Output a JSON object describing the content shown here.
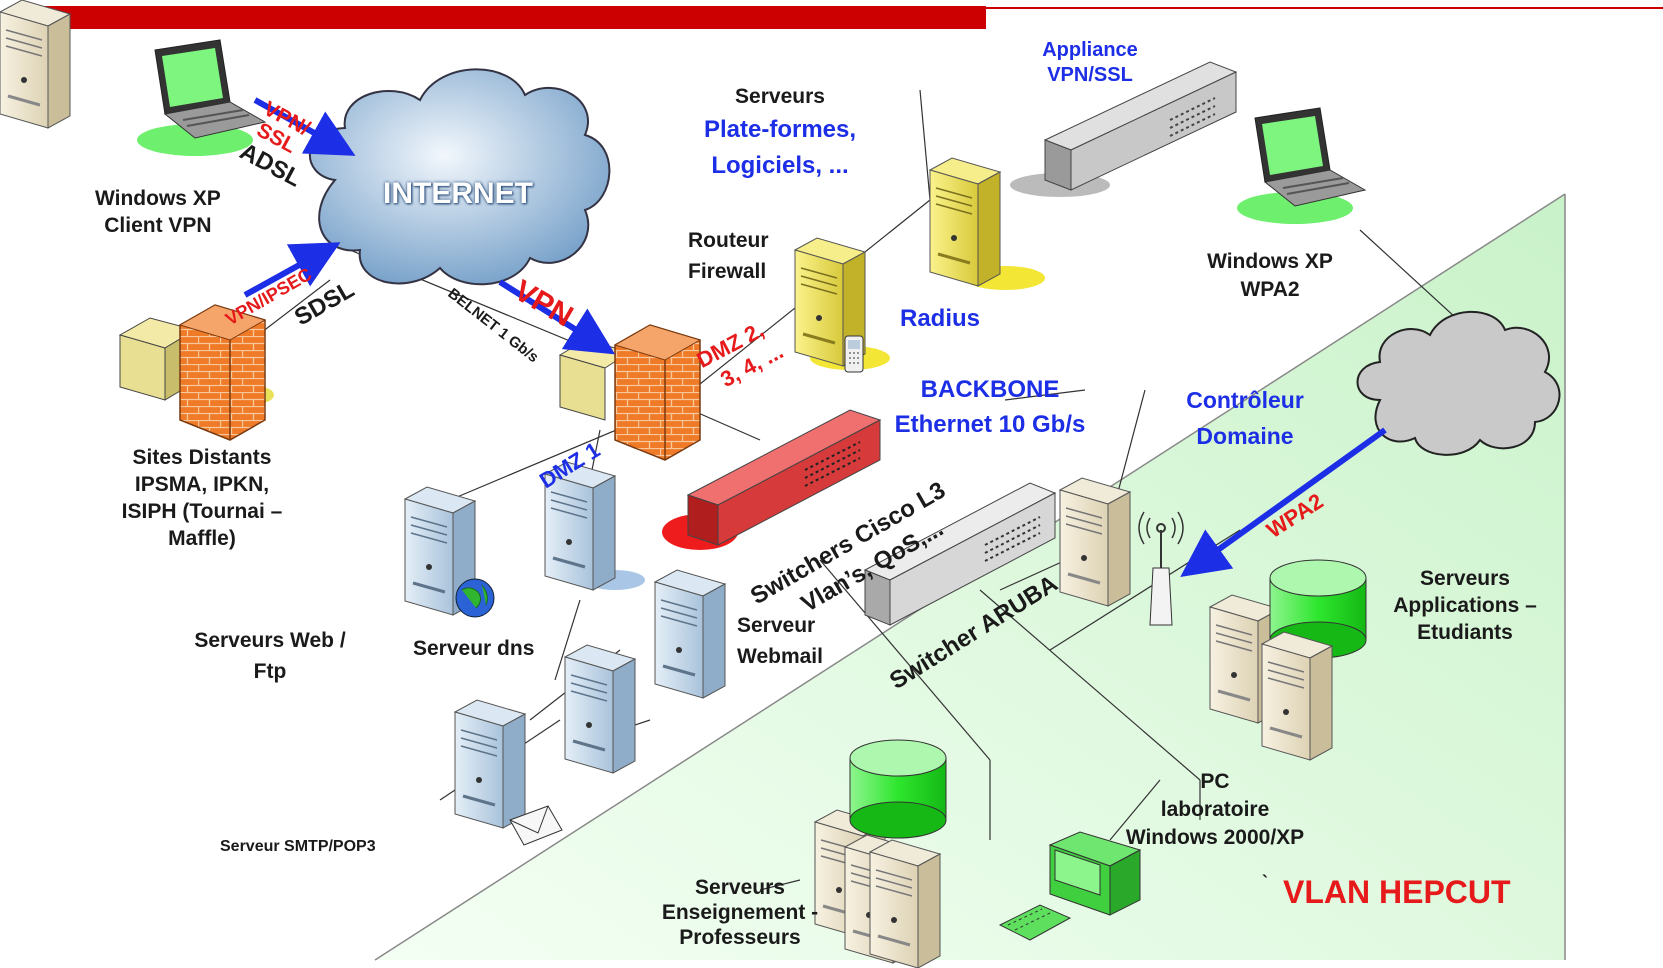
{
  "labels": {
    "vpn_ssl_1": "VPN/",
    "vpn_ssl_2": "SSL",
    "adsl": "ADSL",
    "client1_l1": "Windows XP",
    "client1_l2": "Client VPN",
    "internet": "INTERNET",
    "vpn_ipsec": "VPN/IPSEC",
    "sdsl": "SDSL",
    "sites_l1": "Sites Distants",
    "sites_l2": "IPSMA, IPKN,",
    "sites_l3": "ISIPH (Tournai –",
    "sites_l4": "Maffle)",
    "belnet": "BELNET 1 Gb/s",
    "vpn": "VPN",
    "routeur_l1": "Routeur",
    "routeur_l2": "Firewall",
    "serveurs_title": "Serveurs",
    "serveurs_l2": "Plate-formes,",
    "serveurs_l3": "Logiciels, ...",
    "appliance_l1": "Appliance",
    "appliance_l2": "VPN/SSL",
    "dmz2_l1": "DMZ 2,",
    "dmz2_l2": "3, 4, ...",
    "radius": "Radius",
    "backbone_l1": "BACKBONE",
    "backbone_l2": "Ethernet 10 Gb/s",
    "client2_l1": "Windows XP",
    "client2_l2": "WPA2",
    "controleur_l1": "Contrôleur",
    "controleur_l2": "Domaine",
    "dmz1": "DMZ 1",
    "switchers_l1": "Switchers Cisco L3",
    "switchers_l2": "Vlan’s, QoS,...",
    "switcher_aruba": "Switcher ARUBA",
    "wpa2": "WPA2",
    "web_l1": "Serveurs Web /",
    "web_l2": "Ftp",
    "dns": "Serveur dns",
    "webmail_l1": "Serveur",
    "webmail_l2": "Webmail",
    "smtp": "Serveur SMTP/POP3",
    "apps_l1": "Serveurs",
    "apps_l2": "Applications –",
    "apps_l3": "Etudiants",
    "pc_l1": "PC",
    "pc_l2": "laboratoire",
    "pc_l3": "Windows 2000/XP",
    "ens_l1": "Serveurs",
    "ens_l2": "Enseignement -",
    "ens_l3": "Professeurs",
    "backtick": "`",
    "vlan": "VLAN HEPCUT"
  },
  "colors": {
    "top_bar": "#cc0000",
    "label_black": "#1a1a1a",
    "label_blue": "#1c2ee6",
    "label_red": "#e61a1a",
    "vlan_zone": "#d6f7d6",
    "firewall_brick": "#ee7a2a",
    "switch_red": "#d63a3a",
    "laptop_screen": "#7ef57e",
    "server_beige": "#efe6cf",
    "server_yellow": "#eee15a",
    "server_blue": "#b9d2e6",
    "db_green": "#2ee62e"
  },
  "icons": [
    "laptop-icon",
    "cloud-icon",
    "firewall-icon",
    "modem-icon",
    "server-icon",
    "switch-icon",
    "database-icon",
    "access-point-icon",
    "pc-icon",
    "globe-icon",
    "envelope-icon",
    "phone-icon"
  ]
}
